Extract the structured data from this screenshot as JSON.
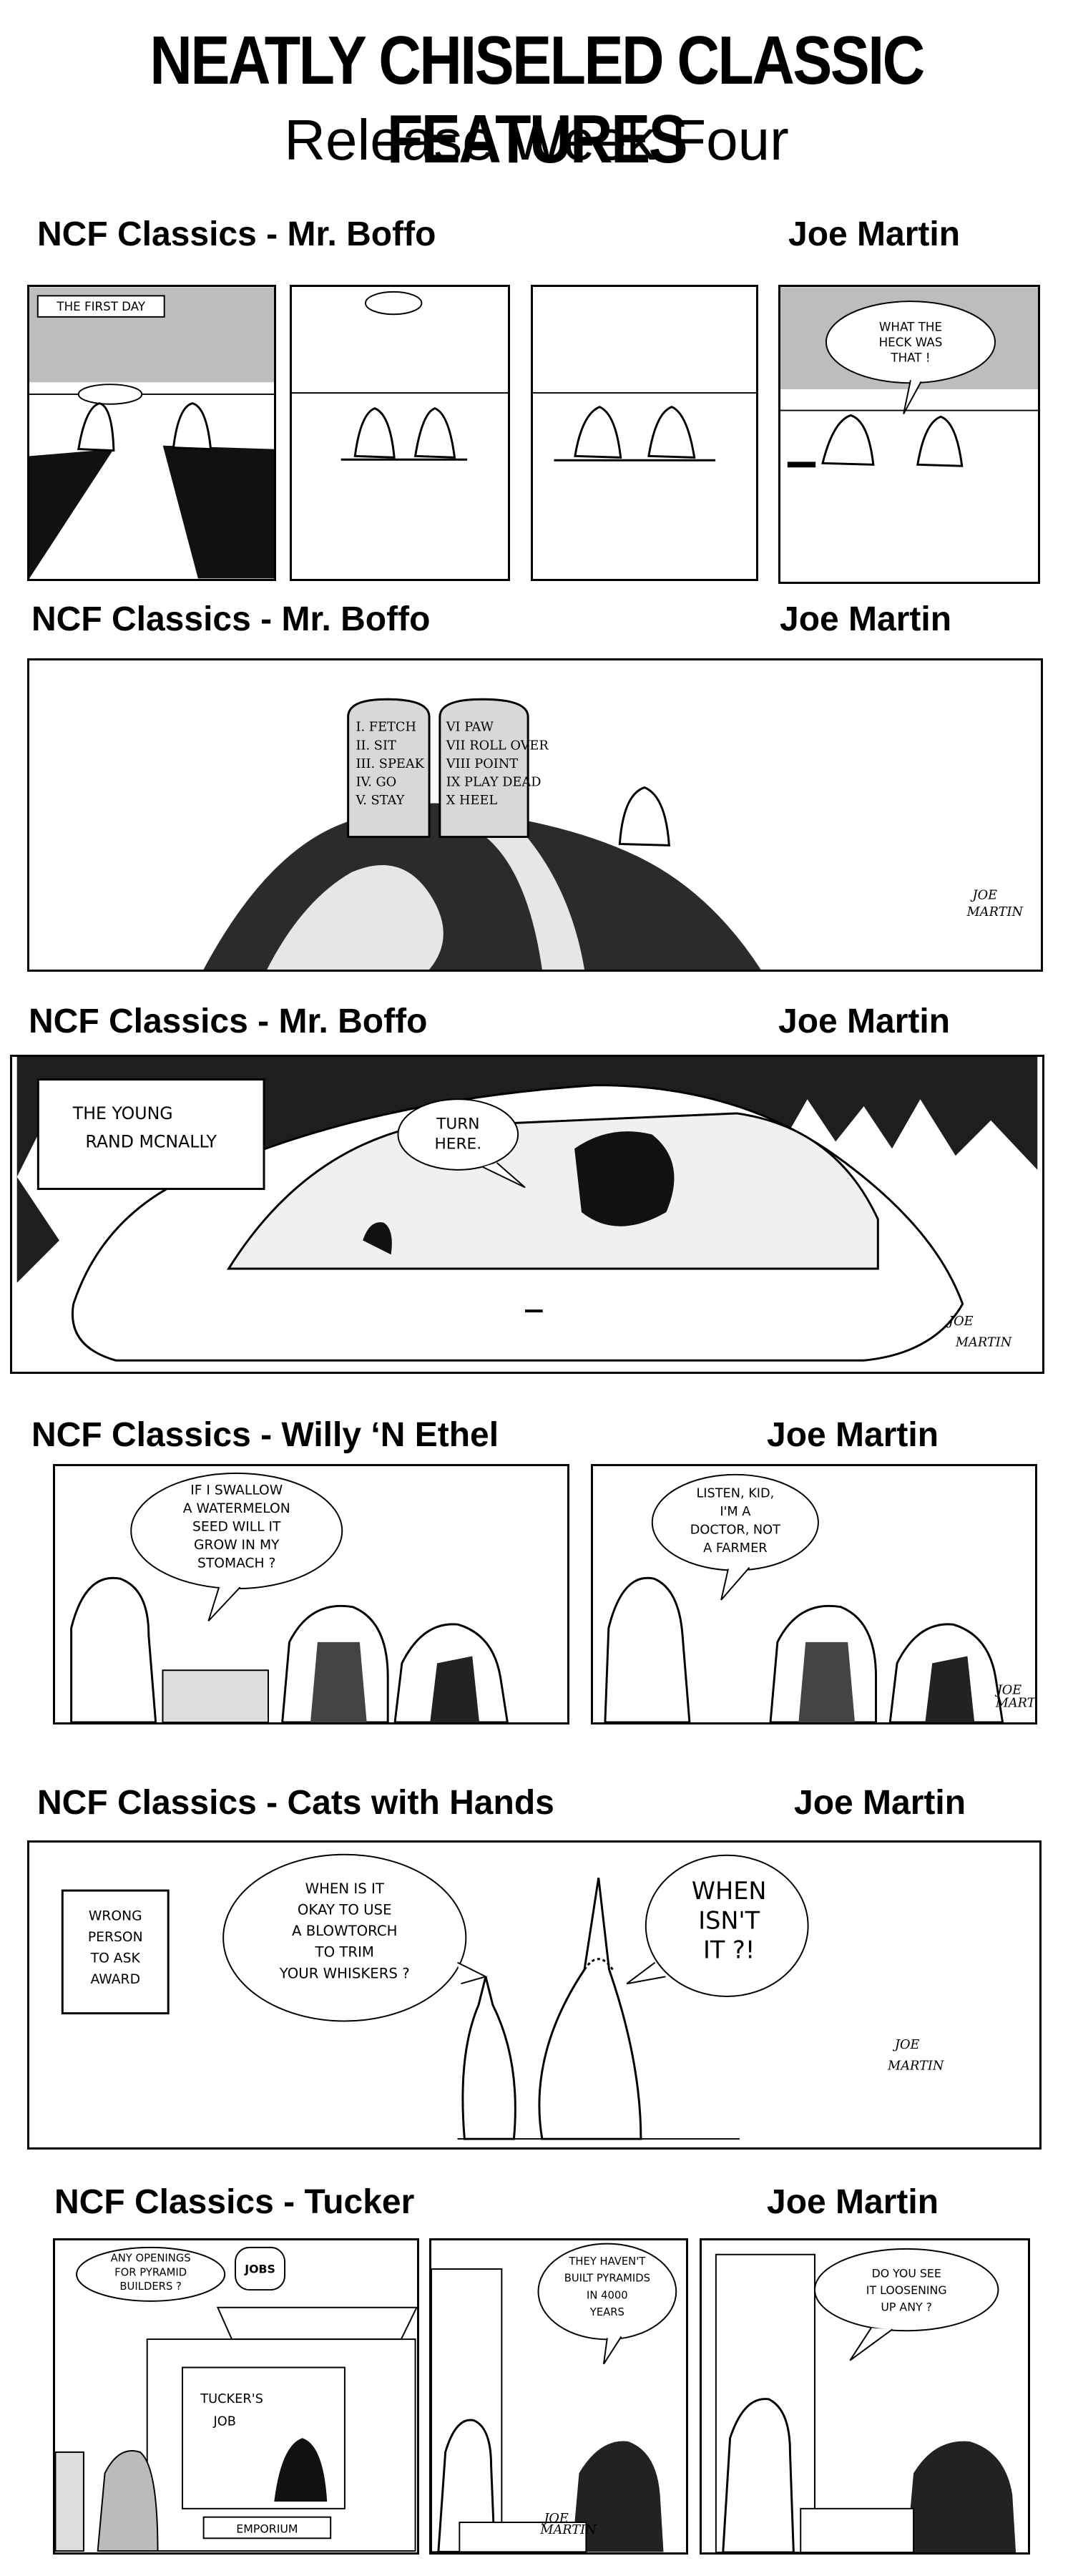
{
  "header": {
    "title": "NEATLY CHISELED CLASSIC FEATURES",
    "subtitle": "Release Week Four"
  },
  "strips": [
    {
      "title": "NCF Classics - Mr. Boffo",
      "author": "Joe Martin",
      "panels": [
        {
          "caption": "THE FIRST DAY"
        },
        {},
        {},
        {
          "balloon_lines": [
            "WHAT THE",
            "HECK WAS",
            "THAT !"
          ]
        }
      ]
    },
    {
      "title": "NCF Classics - Mr. Boffo",
      "author": "Joe Martin",
      "tablet_left": [
        "I. FETCH",
        "II. SIT",
        "III. SPEAK",
        "IV. GO",
        "V. STAY"
      ],
      "tablet_right": [
        "VI PAW",
        "VII ROLL OVER",
        "VIII POINT",
        "IX PLAY DEAD",
        "X HEEL"
      ],
      "signature": [
        "JOE",
        "MARTIN"
      ]
    },
    {
      "title": "NCF Classics - Mr. Boffo",
      "author": "Joe Martin",
      "caption_lines": [
        "THE YOUNG",
        "RAND MCNALLY"
      ],
      "balloon_lines": [
        "TURN",
        "HERE."
      ],
      "signature": [
        "JOE",
        "MARTIN"
      ]
    },
    {
      "title": "NCF Classics - Willy ‘N Ethel",
      "author": "Joe Martin",
      "panels": [
        {
          "balloon_lines": [
            "IF I SWALLOW",
            "A WATERMELON",
            "SEED WILL IT",
            "GROW IN MY",
            "STOMACH ?"
          ]
        },
        {
          "balloon_lines": [
            "LISTEN, KID,",
            "I'M A",
            "DOCTOR, NOT",
            "A FARMER"
          ],
          "signature": [
            "JOE",
            "MARTIN"
          ]
        }
      ]
    },
    {
      "title": "NCF Classics - Cats with Hands",
      "author": "Joe Martin",
      "sign_lines": [
        "WRONG",
        "PERSON",
        "TO ASK",
        "AWARD"
      ],
      "balloon1_lines": [
        "WHEN IS IT",
        "OKAY TO USE",
        "A BLOWTORCH",
        "TO TRIM",
        "YOUR WHISKERS ?"
      ],
      "balloon2_lines": [
        "WHEN",
        "ISN'T",
        "IT ?!"
      ],
      "signature": [
        "JOE",
        "MARTIN"
      ]
    },
    {
      "title": "NCF Classics - Tucker",
      "author": "Joe Martin",
      "panels": [
        {
          "balloon_lines": [
            "ANY OPENINGS",
            "FOR PYRAMID",
            "BUILDERS ?"
          ],
          "sign_lines": [
            "TUCKER'S",
            "JOB"
          ],
          "awning": "EMPORIUM",
          "badge": "JOBS"
        },
        {
          "balloon_lines": [
            "THEY HAVEN'T",
            "BUILT PYRAMIDS",
            "IN 4000",
            "YEARS"
          ],
          "signature": [
            "JOE",
            "MARTIN"
          ]
        },
        {
          "balloon_lines": [
            "DO YOU SEE",
            "IT LOOSENING",
            "UP ANY ?"
          ]
        }
      ]
    }
  ]
}
